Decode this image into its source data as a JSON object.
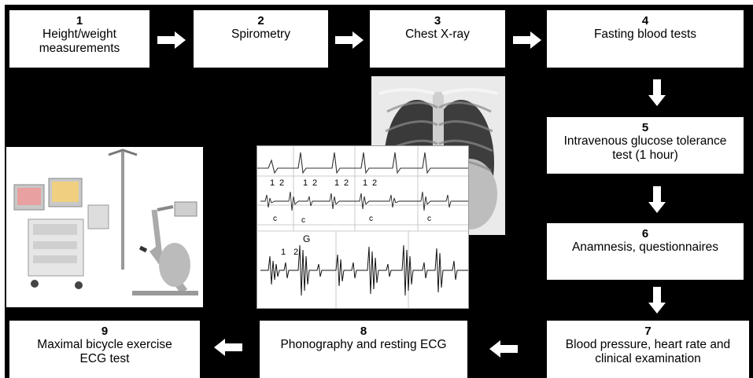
{
  "steps": [
    {
      "num": "1",
      "label": "Height/weight measurements"
    },
    {
      "num": "2",
      "label": "Spirometry"
    },
    {
      "num": "3",
      "label": "Chest X-ray"
    },
    {
      "num": "4",
      "label": "Fasting blood tests"
    },
    {
      "num": "5",
      "label": "Intravenous glucose tolerance test (1 hour)"
    },
    {
      "num": "6",
      "label": "Anamnesis, questionnaires"
    },
    {
      "num": "7",
      "label": "Blood pressure, heart rate and clinical examination"
    },
    {
      "num": "8",
      "label": "Phonography and resting ECG"
    },
    {
      "num": "9",
      "label": "Maximal bicycle exercise ECG test"
    }
  ],
  "ecg_annotations": {
    "s1": "1",
    "s2": "2",
    "c": "c",
    "g": "G"
  },
  "colors": {
    "background": "#000000",
    "box": "#ffffff",
    "arrow": "#ffffff"
  }
}
